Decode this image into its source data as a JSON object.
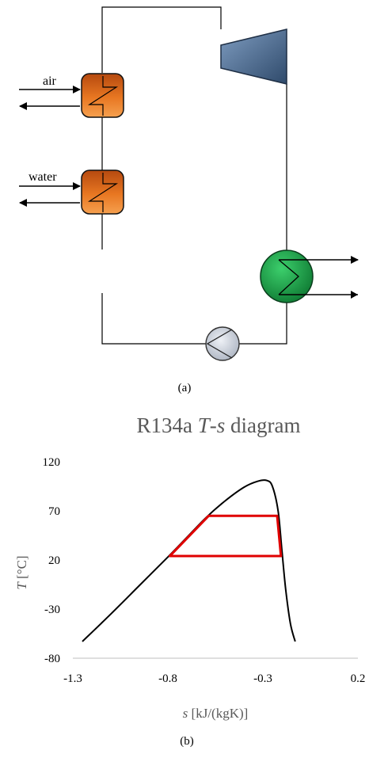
{
  "schematic": {
    "air_label": "air",
    "water_label": "water",
    "caption_a": "(a)",
    "colors": {
      "heat_exchanger": "#e87722",
      "turbine": "#4f6d8f",
      "condenser": "#1ea84a",
      "pump": "#c8cdd6"
    },
    "icons": [
      "air-heat-exchanger-icon",
      "water-heat-exchanger-icon",
      "turbine-icon",
      "condenser-icon",
      "pump-icon"
    ]
  },
  "chart": {
    "title_prefix": "R134a ",
    "title_T": "T",
    "title_dash": "-",
    "title_s": "s",
    "title_suffix": " diagram",
    "ylabel_var": "T",
    "ylabel_unit": " [°C]",
    "xlabel_var": "s",
    "xlabel_unit": " [kJ/(kgK)]",
    "caption_b": "(b)"
  },
  "chart_data": {
    "type": "line",
    "xlim": [
      -1.3,
      0.2
    ],
    "ylim": [
      -80,
      120
    ],
    "xticks": [
      "-1.3",
      "-0.8",
      "-0.3",
      "0.2"
    ],
    "yticks": [
      "120",
      "70",
      "20",
      "-30",
      "-80"
    ],
    "grid": false,
    "series": [
      {
        "color": "#000000",
        "x": [
          -1.25,
          -1.1,
          -0.95,
          -0.8,
          -0.7,
          -0.6,
          -0.5,
          -0.4,
          -0.33,
          -0.28,
          -0.25,
          -0.22,
          -0.2,
          -0.18,
          -0.155,
          -0.13
        ],
        "y": [
          -63,
          -35,
          -6,
          23,
          43,
          63,
          80,
          94,
          100,
          101,
          95,
          70,
          30,
          -10,
          -45,
          -63
        ]
      },
      {
        "color": "#e00000",
        "x": [
          -0.79,
          -0.585,
          -0.225,
          -0.205,
          -0.79
        ],
        "y": [
          24,
          65,
          65,
          24,
          24
        ]
      }
    ]
  }
}
